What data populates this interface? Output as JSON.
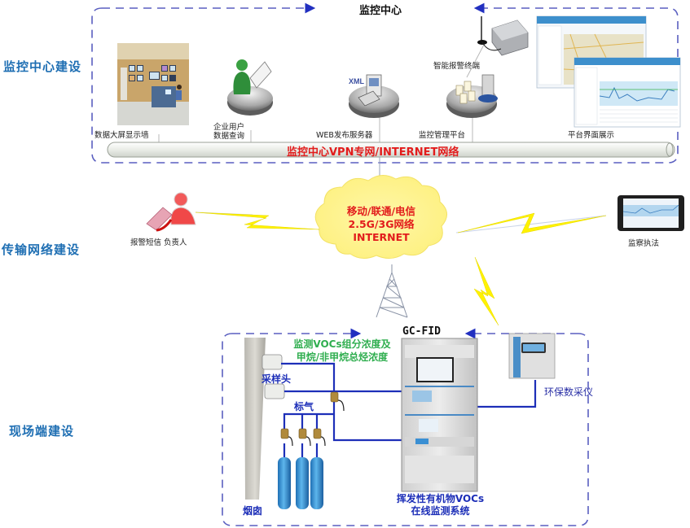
{
  "sections": {
    "monitoring_center": "监控中心建设",
    "transmission_network": "传输网络建设",
    "field_site": "现场端建设"
  },
  "monitoring_center": {
    "title": "监控中心",
    "items": [
      {
        "label": "数据大屏显示墙"
      },
      {
        "label": "企业用户\n数据查询",
        "line1": "企业用户",
        "line2": "数据查询"
      },
      {
        "label": "WEB发布服务器"
      },
      {
        "label": "监控管理平台"
      },
      {
        "label": "智能报警终端"
      },
      {
        "label": "平台界面展示"
      }
    ],
    "network_bar": "监控中心VPN专网/INTERNET网络"
  },
  "transmission": {
    "cloud_lines": [
      "移动/联通/电信",
      "2.5G/3G网络",
      "INTERNET"
    ],
    "alert_label": "报警短信  负责人",
    "inspection_label": "监察执法"
  },
  "field": {
    "analyzer_title": "GC-FID",
    "measurement_note": [
      "监测VOCs组分浓度及",
      "甲烷/非甲烷总烃浓度"
    ],
    "sampling_head": "采样头",
    "standard_gas": "标气",
    "chimney": "烟囱",
    "system_name": [
      "挥发性有机物VOCs",
      "在线监测系统"
    ],
    "data_logger": "环保数采仪"
  },
  "colors": {
    "section_label": "#1f6fb3",
    "dashed_border": "#4a4fb0",
    "network_text": "#e21c1c",
    "cloud_fill": "#fff59a",
    "lightning": "#fff200",
    "pipe": "#1d2fb8",
    "measure_text": "#2fae4f"
  }
}
